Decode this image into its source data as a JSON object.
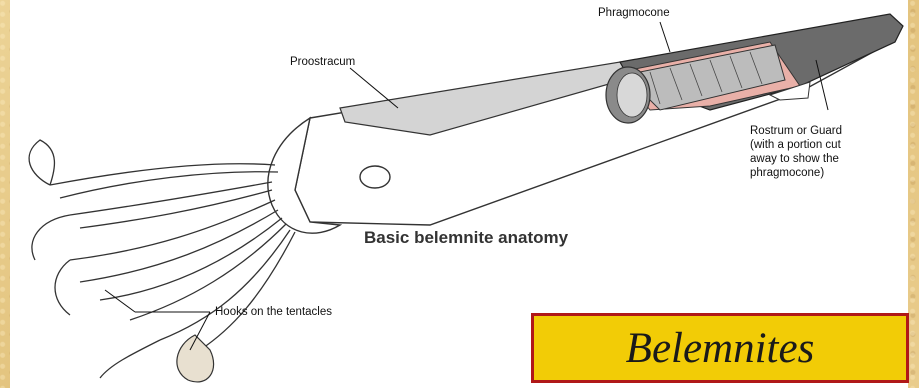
{
  "diagram": {
    "heading": "Basic belemnite anatomy",
    "labels": {
      "phragmocone": "Phragmocone",
      "proostracum": "Proostracum",
      "rostrum": "Rostrum or Guard\n(with a portion cut\naway to show the\nphragmocone)",
      "hooks": "Hooks on the tentacles"
    }
  },
  "title_box": {
    "text": "Belemnites"
  },
  "colors": {
    "title_fill": "#f2cc06",
    "title_border": "#b01818",
    "rostrum_fill": "#6b6b6b",
    "phragmocone_cut": "#e9b0a8"
  }
}
